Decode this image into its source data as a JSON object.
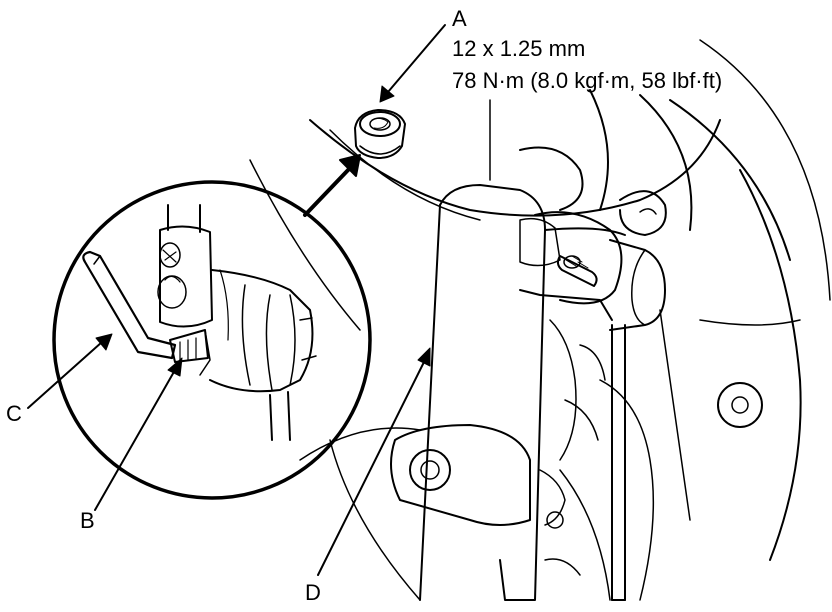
{
  "callouts": {
    "A": {
      "letter": "A",
      "thread": "12 x 1.25 mm",
      "torque": "78 N·m (8.0 kgf·m, 58 lbf·ft)"
    },
    "B": {
      "letter": "B"
    },
    "C": {
      "letter": "C"
    },
    "D": {
      "letter": "D"
    }
  },
  "colors": {
    "ink": "#000000",
    "paper": "#ffffff"
  }
}
